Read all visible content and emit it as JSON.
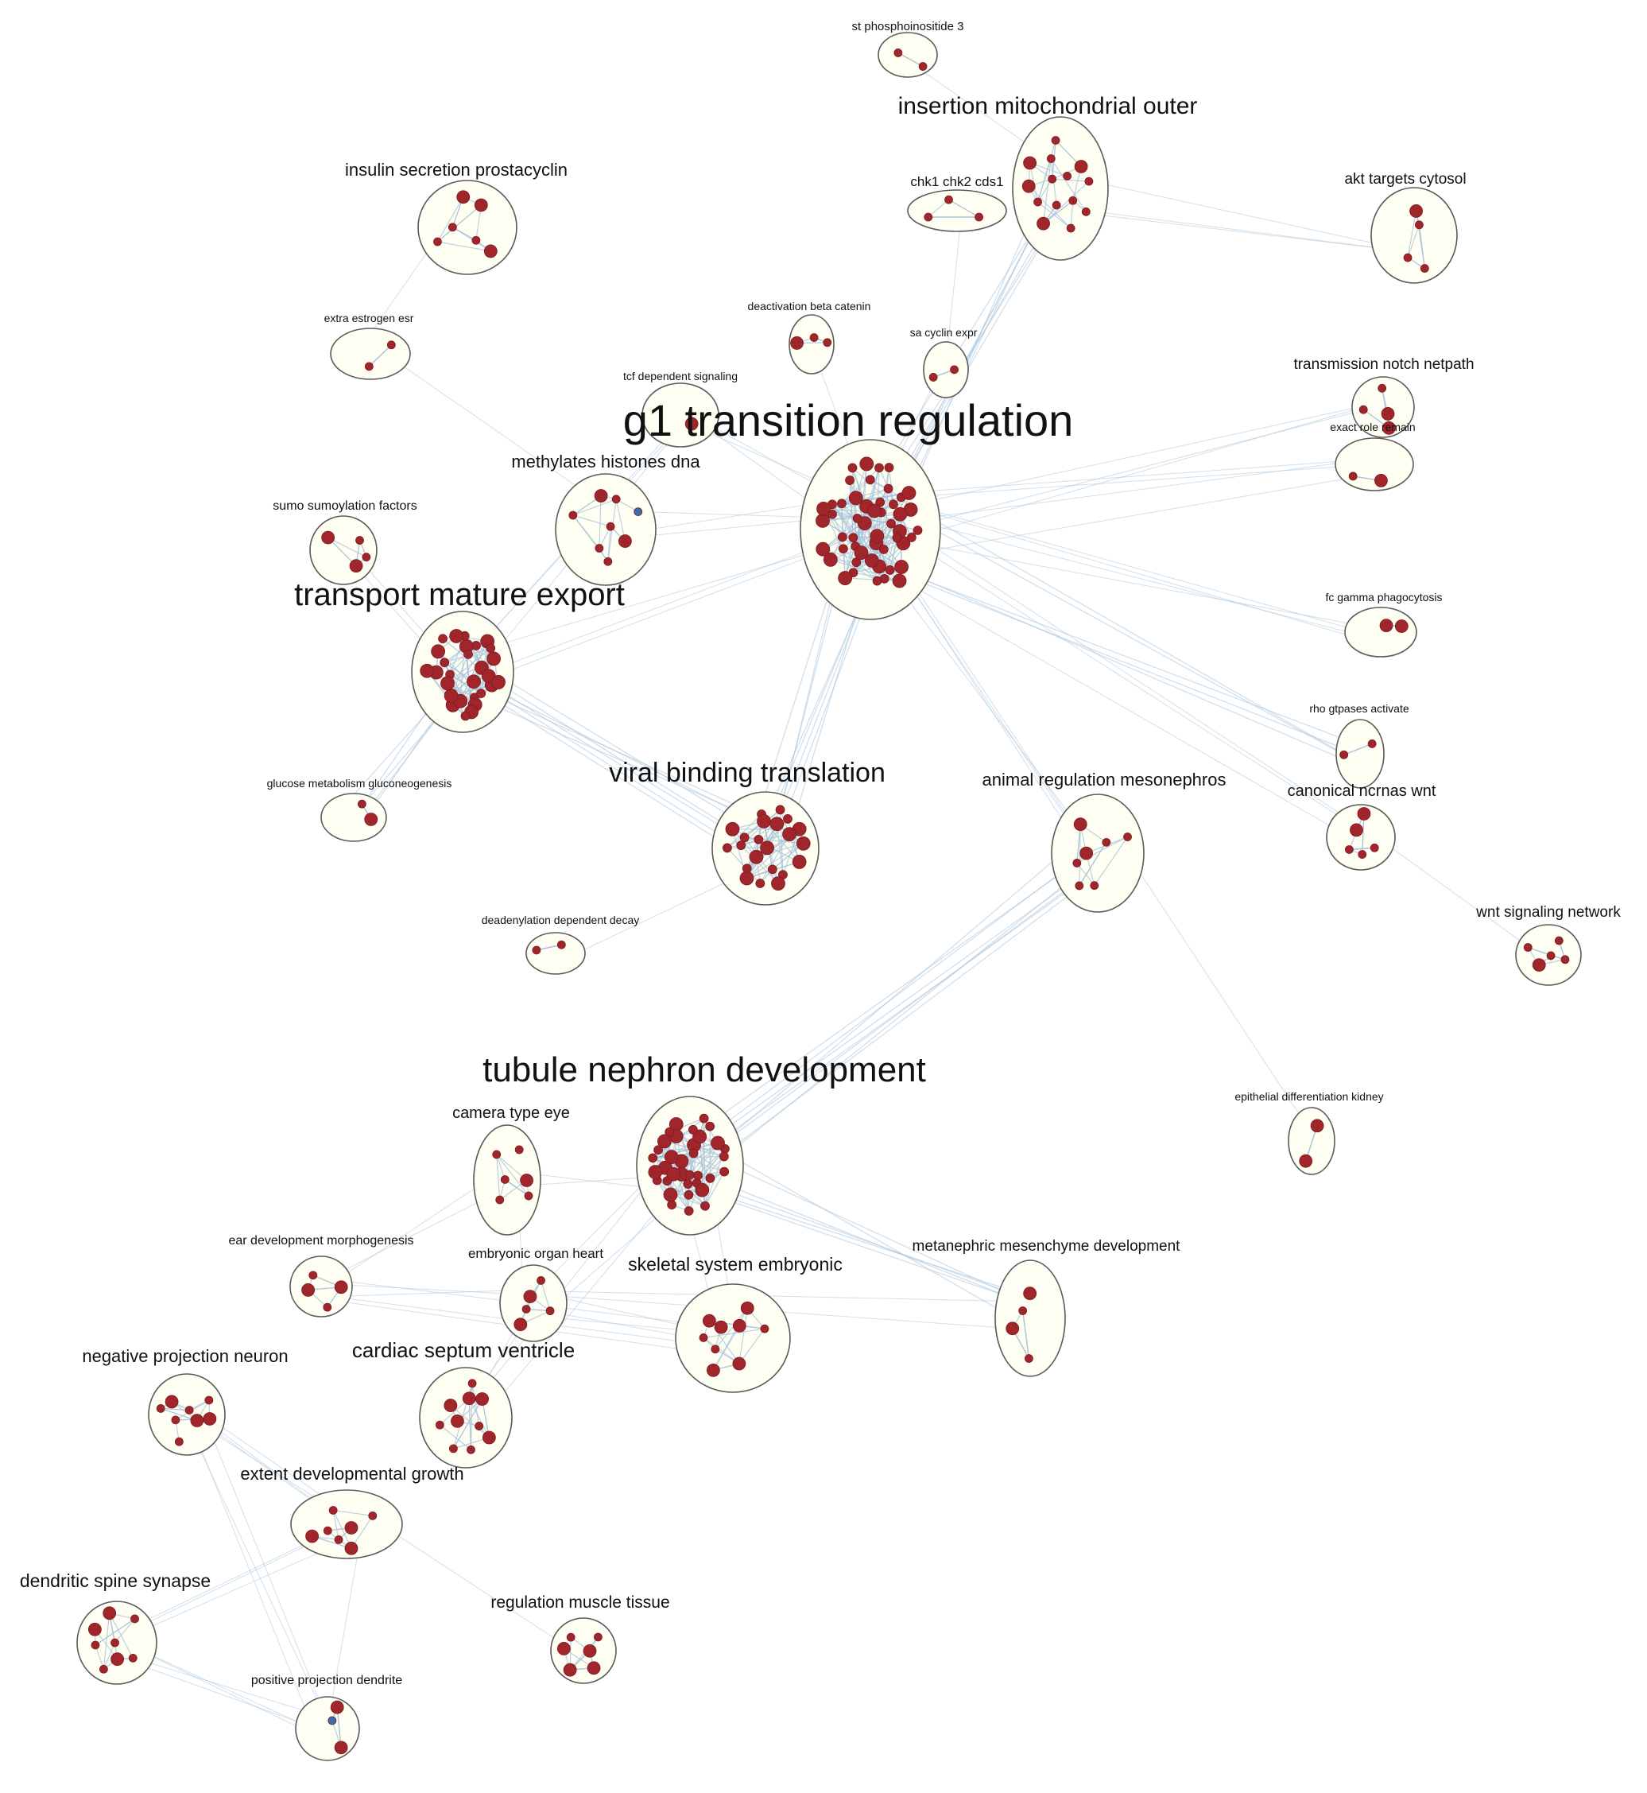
{
  "colors": {
    "node": "#a0262c",
    "node_highlight": "#3d6bb0",
    "edge": "#a9c6dd",
    "cluster_fill": "#fefef2",
    "cluster_stroke": "#5a5a5a"
  },
  "clusters": [
    {
      "id": "st-phosphoinositide-3",
      "label": "st phosphoinositide 3",
      "size": "s",
      "nodes": 2
    },
    {
      "id": "insertion-mitochondrial-outer",
      "label": "insertion mitochondrial outer",
      "size": "m",
      "nodes": 14
    },
    {
      "id": "insulin-secretion-prostacyclin",
      "label": "insulin secretion prostacyclin",
      "size": "m",
      "nodes": 6
    },
    {
      "id": "chk1-chk2-cds1",
      "label": "chk1 chk2 cds1",
      "size": "s",
      "nodes": 3
    },
    {
      "id": "akt-targets-cytosol",
      "label": "akt targets cytosol",
      "size": "m",
      "nodes": 4
    },
    {
      "id": "deactivation-beta-catenin",
      "label": "deactivation beta catenin",
      "size": "xs",
      "nodes": 3
    },
    {
      "id": "extra-estrogen-esr",
      "label": "extra estrogen esr",
      "size": "xs",
      "nodes": 2
    },
    {
      "id": "sa-cyclin-expr",
      "label": "sa cyclin expr",
      "size": "xs",
      "nodes": 2
    },
    {
      "id": "tcf-dependent-signaling",
      "label": "tcf dependent signaling",
      "size": "xs",
      "nodes": 1
    },
    {
      "id": "transmission-notch-netpath",
      "label": "transmission notch netpath",
      "size": "m",
      "nodes": 4
    },
    {
      "id": "g1-transition-regulation",
      "label": "g1 transition regulation",
      "size": "xl",
      "nodes": 50
    },
    {
      "id": "exact-role-remain",
      "label": "exact role remain",
      "size": "xs",
      "nodes": 2
    },
    {
      "id": "methylates-histones-dna",
      "label": "methylates histones dna",
      "size": "m",
      "nodes": 8,
      "highlight": 1
    },
    {
      "id": "sumo-sumoylation-factors",
      "label": "sumo sumoylation factors",
      "size": "xs",
      "nodes": 4
    },
    {
      "id": "transport-mature-export",
      "label": "transport mature export",
      "size": "l",
      "nodes": 28
    },
    {
      "id": "fc-gamma-phagocytosis",
      "label": "fc gamma phagocytosis",
      "size": "xs",
      "nodes": 2
    },
    {
      "id": "rho-gtpases-activate",
      "label": "rho gtpases activate",
      "size": "xs",
      "nodes": 2
    },
    {
      "id": "glucose-metabolism-gluconeogenesis",
      "label": "glucose metabolism gluconeogenesis",
      "size": "xs",
      "nodes": 2
    },
    {
      "id": "viral-binding-translation",
      "label": "viral binding translation",
      "size": "l",
      "nodes": 22
    },
    {
      "id": "animal-regulation-mesonephros",
      "label": "animal regulation mesonephros",
      "size": "m",
      "nodes": 7
    },
    {
      "id": "canonical-ncrnas-wnt",
      "label": "canonical ncrnas wnt",
      "size": "m",
      "nodes": 5
    },
    {
      "id": "wnt-signaling-network",
      "label": "wnt signaling network",
      "size": "m",
      "nodes": 5
    },
    {
      "id": "deadenylation-dependent-decay",
      "label": "deadenylation dependent decay",
      "size": "xs",
      "nodes": 2
    },
    {
      "id": "tubule-nephron-development",
      "label": "tubule nephron development",
      "size": "xl",
      "nodes": 35
    },
    {
      "id": "epithelial-differentiation-kidney",
      "label": "epithelial differentiation kidney",
      "size": "xs",
      "nodes": 2
    },
    {
      "id": "camera-type-eye",
      "label": "camera type eye",
      "size": "m",
      "nodes": 6
    },
    {
      "id": "ear-development-morphogenesis",
      "label": "ear development morphogenesis",
      "size": "xs",
      "nodes": 4
    },
    {
      "id": "embryonic-organ-heart",
      "label": "embryonic organ heart",
      "size": "s",
      "nodes": 5
    },
    {
      "id": "skeletal-system-embryonic",
      "label": "skeletal system embryonic",
      "size": "m",
      "nodes": 9
    },
    {
      "id": "metanephric-mesenchyme-development",
      "label": "metanephric mesenchyme development",
      "size": "s",
      "nodes": 4
    },
    {
      "id": "negative-projection-neuron",
      "label": "negative projection neuron",
      "size": "m",
      "nodes": 8
    },
    {
      "id": "cardiac-septum-ventricle",
      "label": "cardiac septum ventricle",
      "size": "m",
      "nodes": 10
    },
    {
      "id": "extent-developmental-growth",
      "label": "extent developmental growth",
      "size": "m",
      "nodes": 7
    },
    {
      "id": "dendritic-spine-synapse",
      "label": "dendritic spine synapse",
      "size": "m",
      "nodes": 8
    },
    {
      "id": "regulation-muscle-tissue",
      "label": "regulation muscle tissue",
      "size": "s",
      "nodes": 6
    },
    {
      "id": "positive-projection-dendrite",
      "label": "positive projection dendrite",
      "size": "xs",
      "nodes": 3,
      "highlight": 1
    }
  ],
  "links": [
    [
      "g1-transition-regulation",
      "insertion-mitochondrial-outer",
      8
    ],
    [
      "g1-transition-regulation",
      "transport-mature-export",
      3
    ],
    [
      "g1-transition-regulation",
      "viral-binding-translation",
      8
    ],
    [
      "g1-transition-regulation",
      "methylates-histones-dna",
      3
    ],
    [
      "g1-transition-regulation",
      "exact-role-remain",
      4
    ],
    [
      "g1-transition-regulation",
      "transmission-notch-netpath",
      3
    ],
    [
      "g1-transition-regulation",
      "fc-gamma-phagocytosis",
      4
    ],
    [
      "g1-transition-regulation",
      "rho-gtpases-activate",
      5
    ],
    [
      "g1-transition-regulation",
      "canonical-ncrnas-wnt",
      3
    ],
    [
      "g1-transition-regulation",
      "animal-regulation-mesonephros",
      4
    ],
    [
      "g1-transition-regulation",
      "tcf-dependent-signaling",
      3
    ],
    [
      "g1-transition-regulation",
      "sa-cyclin-expr",
      1
    ],
    [
      "g1-transition-regulation",
      "deactivation-beta-catenin",
      1
    ],
    [
      "insertion-mitochondrial-outer",
      "akt-targets-cytosol",
      3
    ],
    [
      "insertion-mitochondrial-outer",
      "st-phosphoinositide-3",
      1
    ],
    [
      "chk1-chk2-cds1",
      "sa-cyclin-expr",
      1
    ],
    [
      "transport-mature-export",
      "viral-binding-translation",
      8
    ],
    [
      "transport-mature-export",
      "glucose-metabolism-gluconeogenesis",
      5
    ],
    [
      "transport-mature-export",
      "sumo-sumoylation-factors",
      2
    ],
    [
      "transport-mature-export",
      "tcf-dependent-signaling",
      3
    ],
    [
      "insulin-secretion-prostacyclin",
      "extra-estrogen-esr",
      1
    ],
    [
      "extra-estrogen-esr",
      "methylates-histones-dna",
      1
    ],
    [
      "viral-binding-translation",
      "deadenylation-dependent-decay",
      1
    ],
    [
      "animal-regulation-mesonephros",
      "tubule-nephron-development",
      8
    ],
    [
      "animal-regulation-mesonephros",
      "epithelial-differentiation-kidney",
      1
    ],
    [
      "canonical-ncrnas-wnt",
      "wnt-signaling-network",
      1
    ],
    [
      "tubule-nephron-development",
      "metanephric-mesenchyme-development",
      6
    ],
    [
      "tubule-nephron-development",
      "camera-type-eye",
      2
    ],
    [
      "tubule-nephron-development",
      "embryonic-organ-heart",
      2
    ],
    [
      "tubule-nephron-development",
      "skeletal-system-embryonic",
      2
    ],
    [
      "tubule-nephron-development",
      "cardiac-septum-ventricle",
      2
    ],
    [
      "camera-type-eye",
      "ear-development-morphogenesis",
      2
    ],
    [
      "camera-type-eye",
      "embryonic-organ-heart",
      1
    ],
    [
      "ear-development-morphogenesis",
      "embryonic-organ-heart",
      2
    ],
    [
      "ear-development-morphogenesis",
      "skeletal-system-embryonic",
      3
    ],
    [
      "embryonic-organ-heart",
      "skeletal-system-embryonic",
      3
    ],
    [
      "embryonic-organ-heart",
      "metanephric-mesenchyme-development",
      2
    ],
    [
      "embryonic-organ-heart",
      "cardiac-septum-ventricle",
      2
    ],
    [
      "negative-projection-neuron",
      "extent-developmental-growth",
      4
    ],
    [
      "negative-projection-neuron",
      "positive-projection-dendrite",
      3
    ],
    [
      "extent-developmental-growth",
      "dendritic-spine-synapse",
      3
    ],
    [
      "extent-developmental-growth",
      "regulation-muscle-tissue",
      1
    ],
    [
      "extent-developmental-growth",
      "positive-projection-dendrite",
      1
    ],
    [
      "dendritic-spine-synapse",
      "positive-projection-dendrite",
      4
    ]
  ]
}
